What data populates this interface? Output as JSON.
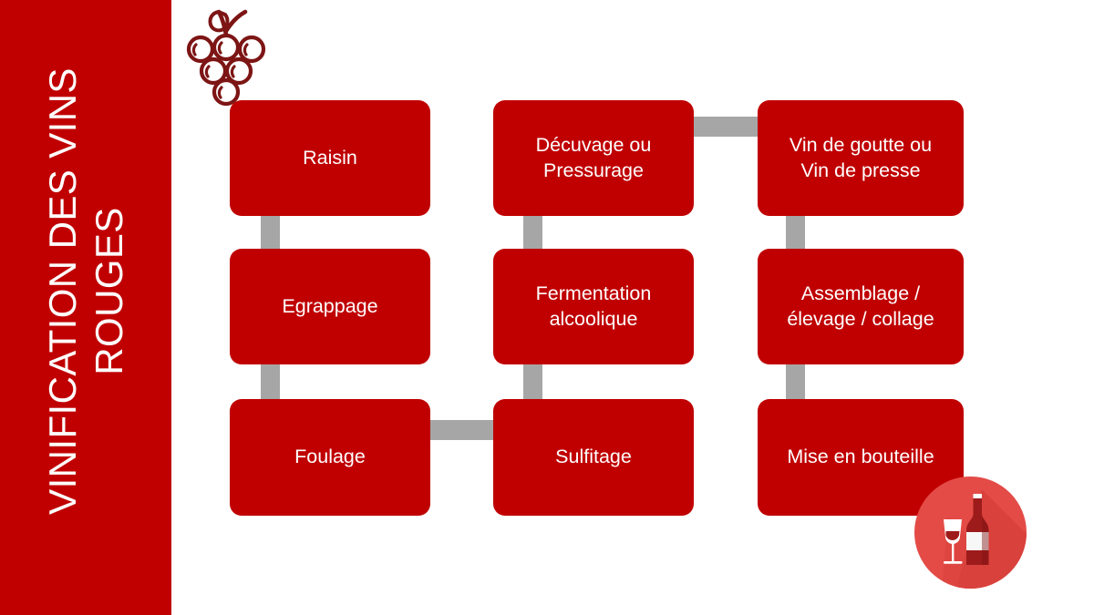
{
  "slide": {
    "background_color": "#FFFFFF",
    "accent_color": "#C00000",
    "connector_color": "#A6A6A6",
    "grape_icon_color": "#7D1515",
    "wine_badge_circle_color": "#E44B47",
    "title": "VINIFICATION DES VINS\nROUGES",
    "title_color": "#FFFFFF"
  },
  "icons": {
    "grape": "grape-bunch-icon",
    "wine": "wine-bottle-glass-icon"
  },
  "flow": {
    "boxes": [
      {
        "id": "raisin",
        "label": "Raisin"
      },
      {
        "id": "egrappage",
        "label": "Egrappage"
      },
      {
        "id": "foulage",
        "label": "Foulage"
      },
      {
        "id": "sulfitage",
        "label": "Sulfitage"
      },
      {
        "id": "fermentation",
        "label": "Fermentation\nalcoolique"
      },
      {
        "id": "decuvage",
        "label": "Décuvage ou\nPressurage"
      },
      {
        "id": "vin-goutte",
        "label": "Vin de goutte ou\nVin de presse"
      },
      {
        "id": "assemblage",
        "label": "Assemblage /\nélevage / collage"
      },
      {
        "id": "mise-bouteille",
        "label": "Mise en bouteille"
      }
    ]
  }
}
